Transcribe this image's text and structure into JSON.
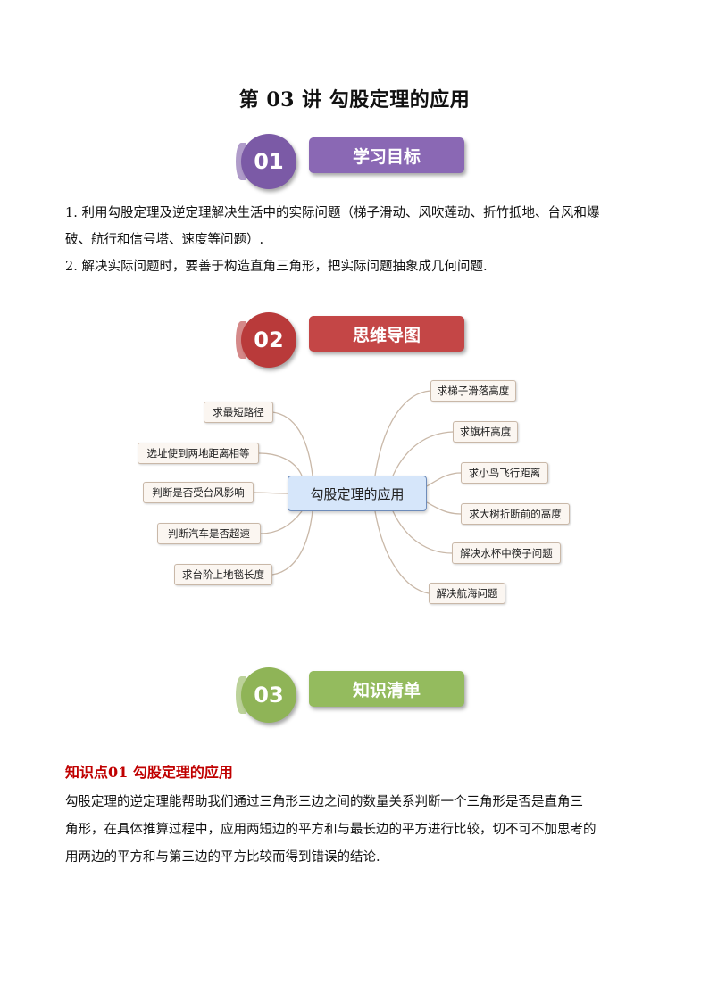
{
  "title": "第 03 讲  勾股定理的应用",
  "sections": [
    {
      "number": "01",
      "label": "学习目标",
      "circle_color": "#7b5aa6",
      "bar_color": "#8a68b4"
    },
    {
      "number": "02",
      "label": "思维导图",
      "circle_color": "#b93a3a",
      "bar_color": "#c44646"
    },
    {
      "number": "03",
      "label": "知识清单",
      "circle_color": "#8fb457",
      "bar_color": "#94bb5e"
    }
  ],
  "objectives": [
    "1. 利用勾股定理及逆定理解决生活中的实际问题（梯子滑动、风吹莲动、折竹抵地、台风和爆",
    "破、航行和信号塔、速度等问题）.",
    "2. 解决实际问题时，要善于构造直角三角形，把实际问题抽象成几何问题."
  ],
  "mindmap": {
    "center": "勾股定理的应用",
    "left": [
      "求最短路径",
      "选址使到两地距离相等",
      "判断是否受台风影响",
      "判断汽车是否超速",
      "求台阶上地毯长度"
    ],
    "right": [
      "求梯子滑落高度",
      "求旗杆高度",
      "求小鸟飞行距离",
      "求大树折断前的高度",
      "解决水杯中筷子问题",
      "解决航海问题"
    ]
  },
  "knowledge": {
    "heading": "知识点01  勾股定理的应用",
    "lines": [
      "勾股定理的逆定理能帮助我们通过三角形三边之间的数量关系判断一个三角形是否是直角三",
      "角形，在具体推算过程中，应用两短边的平方和与最长边的平方进行比较，切不可不加思考的",
      "用两边的平方和与第三边的平方比较而得到错误的结论."
    ]
  }
}
